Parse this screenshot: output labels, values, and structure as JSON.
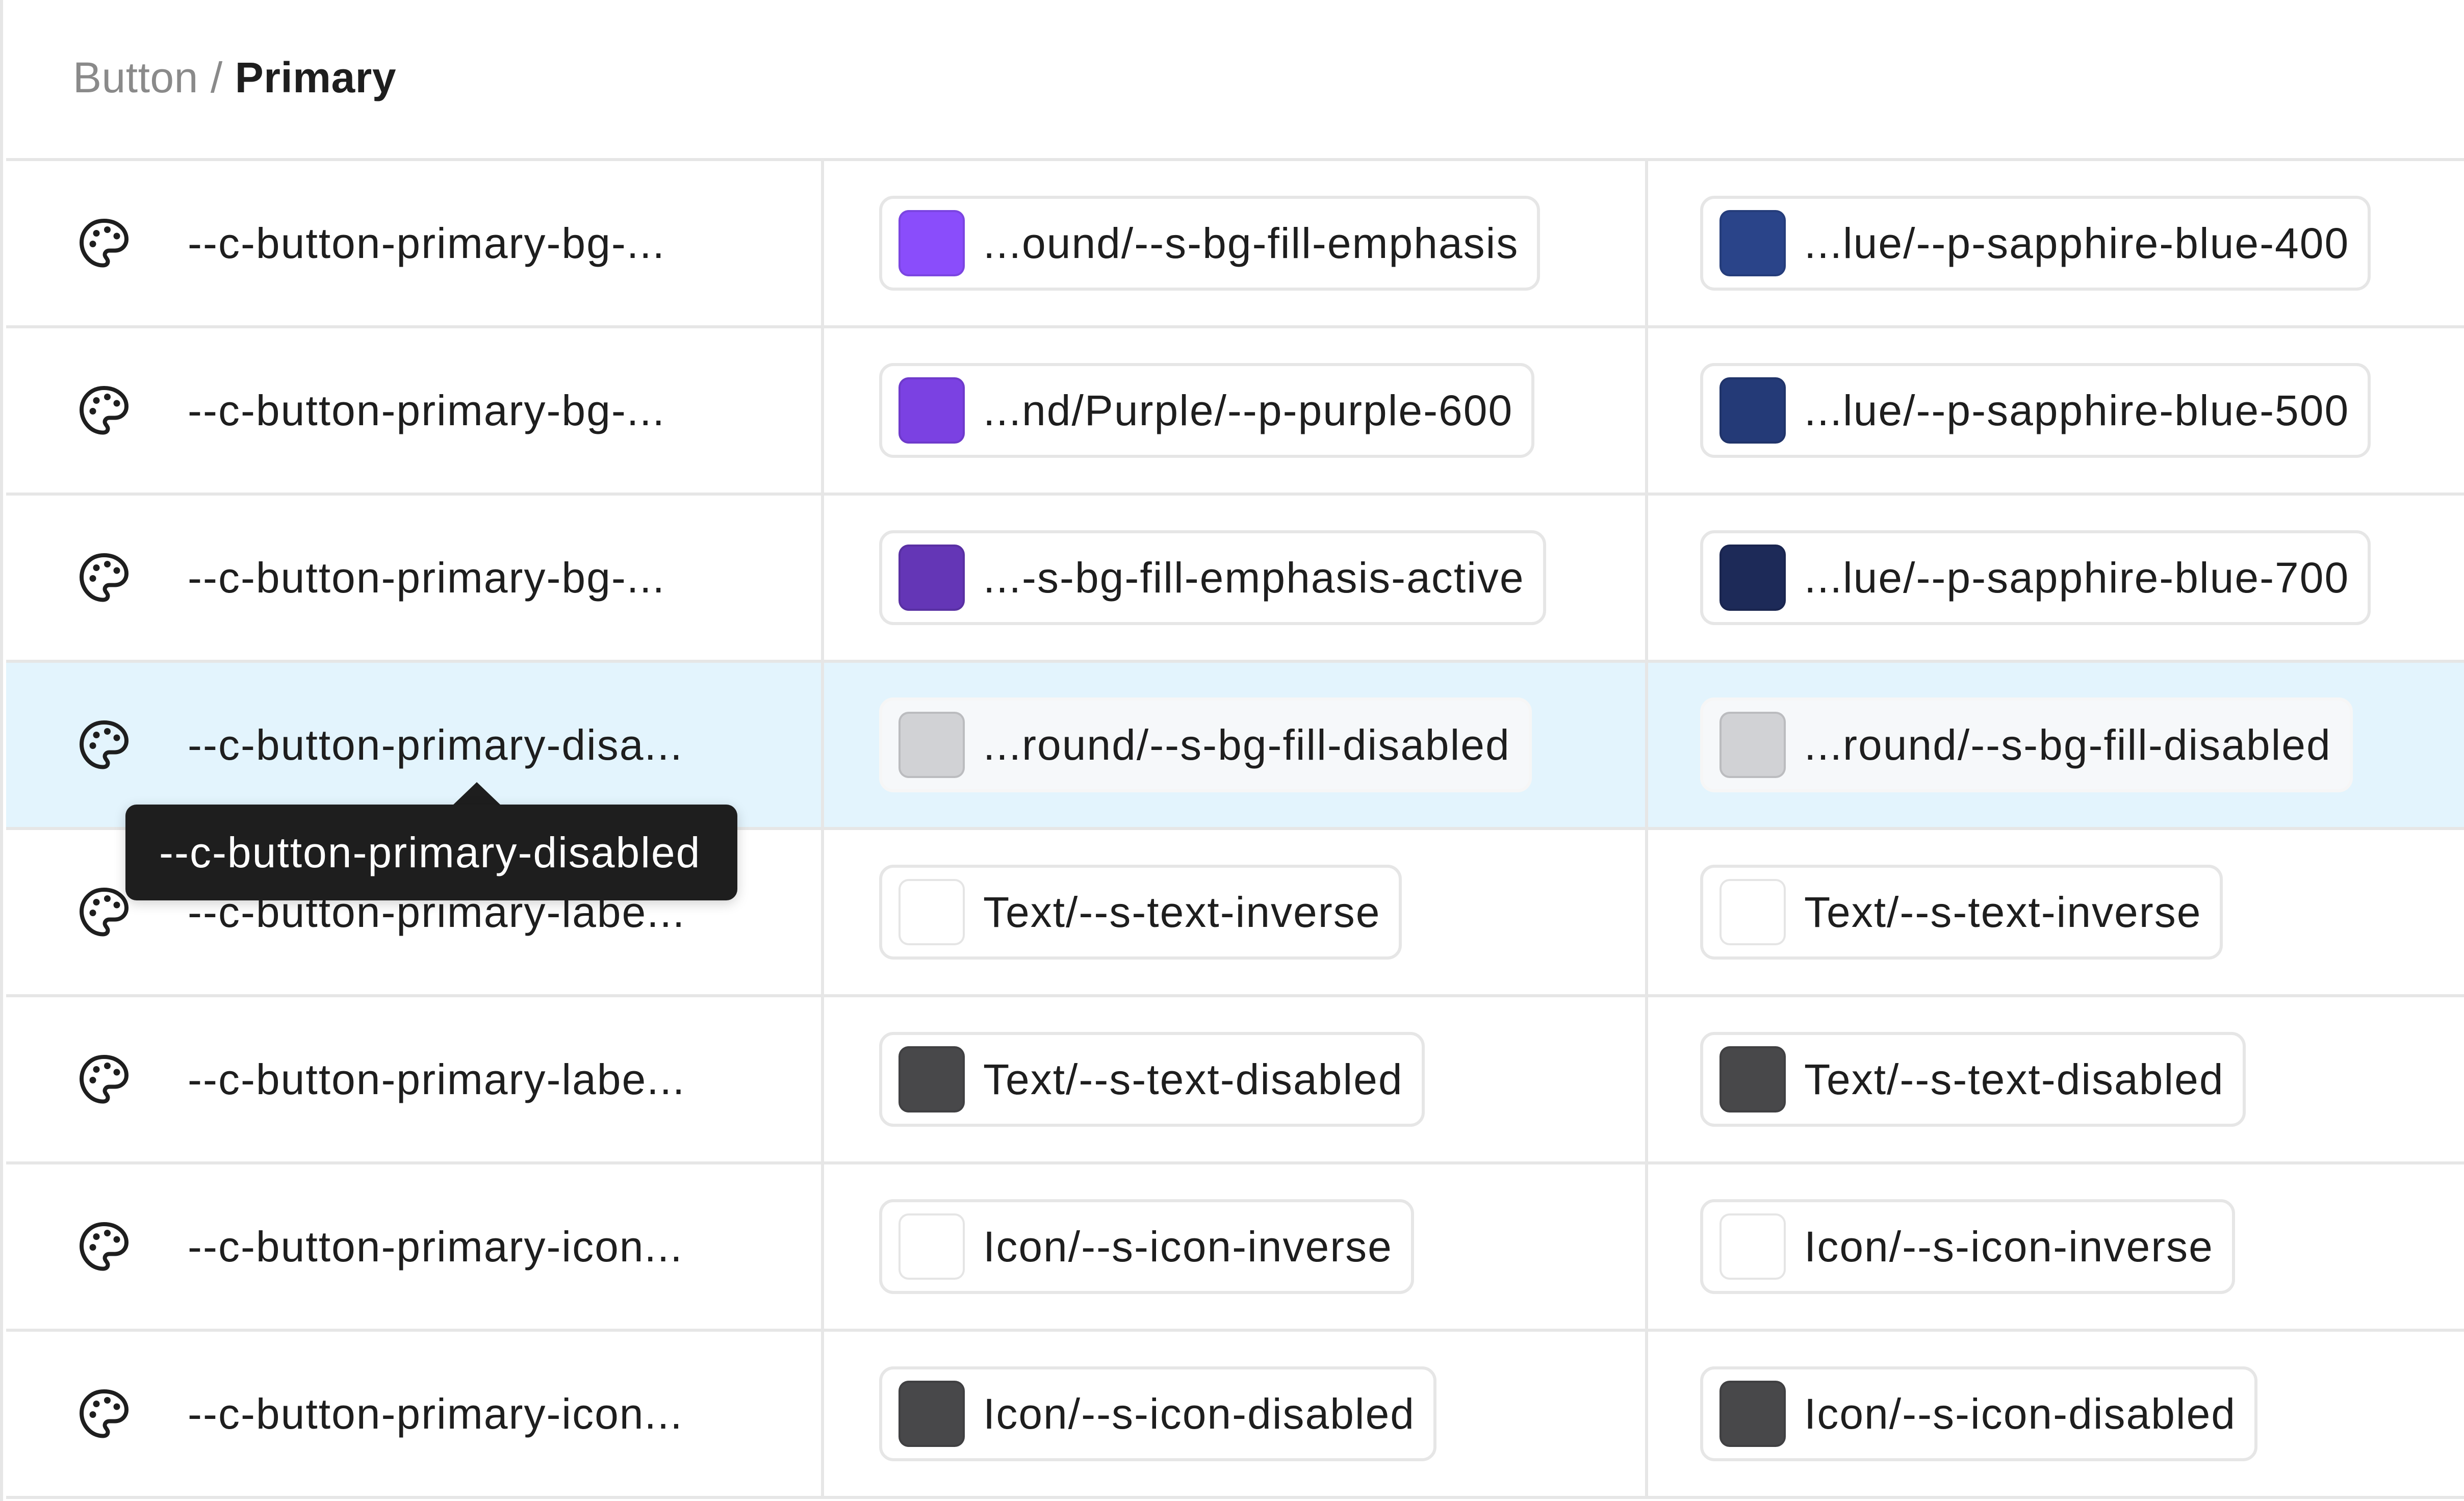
{
  "breadcrumb": {
    "parent": "Button",
    "separator": "/",
    "current": "Primary"
  },
  "rows": [
    {
      "name": "--c-button-primary-bg-...",
      "light": {
        "label": "...ound/--s-bg-fill-emphasis",
        "color": "#8a4dfb"
      },
      "dark": {
        "label": "...lue/--p-sapphire-blue-400",
        "color": "#2a4489"
      }
    },
    {
      "name": "--c-button-primary-bg-...",
      "light": {
        "label": "...nd/Purple/--p-purple-600",
        "color": "#7b41e2"
      },
      "dark": {
        "label": "...lue/--p-sapphire-blue-500",
        "color": "#243a77"
      }
    },
    {
      "name": "--c-button-primary-bg-...",
      "light": {
        "label": "...-s-bg-fill-emphasis-active",
        "color": "#6436b6"
      },
      "dark": {
        "label": "...lue/--p-sapphire-blue-700",
        "color": "#1d2a58"
      }
    },
    {
      "name": "--c-button-primary-disa...",
      "light": {
        "label": "...round/--s-bg-fill-disabled",
        "color": "#d1d2d5"
      },
      "dark": {
        "label": "...round/--s-bg-fill-disabled",
        "color": "#d1d2d5"
      }
    },
    {
      "name": "--c-button-primary-labe...",
      "light": {
        "label": "Text/--s-text-inverse",
        "color": "#ffffff"
      },
      "dark": {
        "label": "Text/--s-text-inverse",
        "color": "#ffffff"
      }
    },
    {
      "name": "--c-button-primary-labe...",
      "light": {
        "label": "Text/--s-text-disabled",
        "color": "#48484a"
      },
      "dark": {
        "label": "Text/--s-text-disabled",
        "color": "#48484a"
      }
    },
    {
      "name": "--c-button-primary-icon...",
      "light": {
        "label": "Icon/--s-icon-inverse",
        "color": "#ffffff"
      },
      "dark": {
        "label": "Icon/--s-icon-inverse",
        "color": "#ffffff"
      }
    },
    {
      "name": "--c-button-primary-icon...",
      "light": {
        "label": "Icon/--s-icon-disabled",
        "color": "#48484a"
      },
      "dark": {
        "label": "Icon/--s-icon-disabled",
        "color": "#48484a"
      }
    }
  ],
  "tooltip": {
    "text": "--c-button-primary-disabled"
  },
  "colors": {
    "highlight_row": "#e3f4fd",
    "border": "#e6e6e6",
    "tooltip_bg": "#1e1e1e"
  },
  "icons": {
    "variable": "palette-icon"
  }
}
